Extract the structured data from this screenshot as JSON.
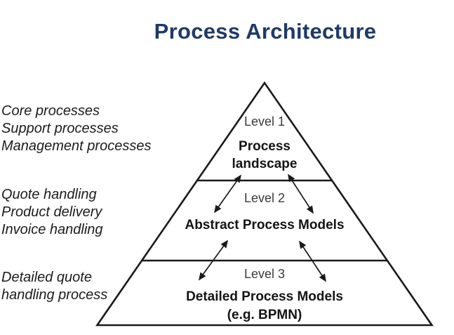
{
  "title": "Process Architecture",
  "colors": {
    "title_text": "#1e3a67",
    "diagram_lines": "#1a1a1a",
    "level_label_text": "#3b3b3b",
    "body_text": "#1c1c1c",
    "background": "#ffffff"
  },
  "left_labels": [
    {
      "lines": [
        "Core processes",
        "Support processes",
        "Management processes"
      ]
    },
    {
      "lines": [
        "Quote handling",
        "Product delivery",
        "Invoice handling"
      ]
    },
    {
      "lines": [
        "Detailed quote",
        "handling process"
      ]
    }
  ],
  "pyramid": {
    "levels": [
      {
        "level_label": "Level 1",
        "name_lines": [
          "Process",
          "landscape"
        ]
      },
      {
        "level_label": "Level 2",
        "name_lines": [
          "Abstract Process Models"
        ]
      },
      {
        "level_label": "Level 3",
        "name_lines": [
          "Detailed Process Models",
          "(e.g. BPMN)"
        ]
      }
    ],
    "connectors": [
      {
        "name": "double-arrow",
        "between": "Level 1 and Level 2",
        "count": 2
      },
      {
        "name": "double-arrow",
        "between": "Level 2 and Level 3",
        "count": 2
      }
    ]
  }
}
